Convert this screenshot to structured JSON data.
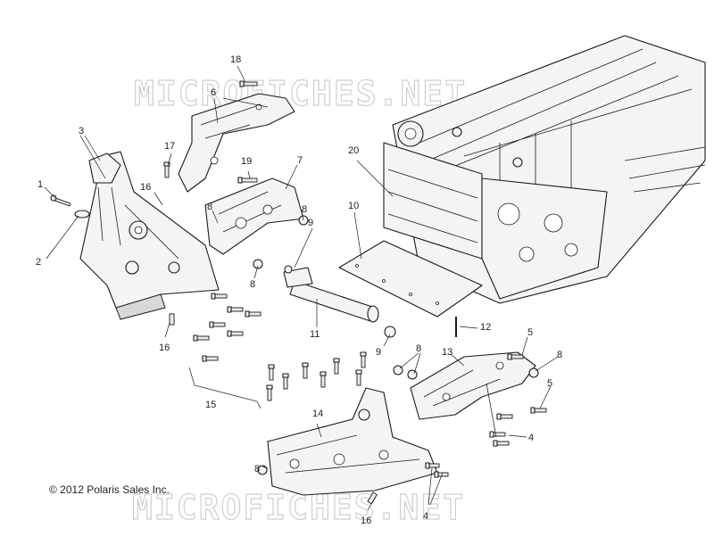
{
  "watermark": {
    "text": "MICROFICHES.NET"
  },
  "copyright": "© 2012 Polaris Sales Inc.",
  "callouts": {
    "c1": "1",
    "c2": "2",
    "c3": "3",
    "c4a": "4",
    "c4b": "4",
    "c5a": "5",
    "c5b": "5",
    "c6": "6",
    "c7": "7",
    "c8a": "8",
    "c8b": "8",
    "c8c": "8",
    "c8d": "8",
    "c8e": "8",
    "c8f": "8",
    "c9a": "9",
    "c9b": "9",
    "c10": "10",
    "c11": "11",
    "c12": "12",
    "c13": "13",
    "c14": "14",
    "c15": "15",
    "c16a": "16",
    "c16b": "16",
    "c16c": "16",
    "c17": "17",
    "c18": "18",
    "c19": "19",
    "c20": "20"
  }
}
